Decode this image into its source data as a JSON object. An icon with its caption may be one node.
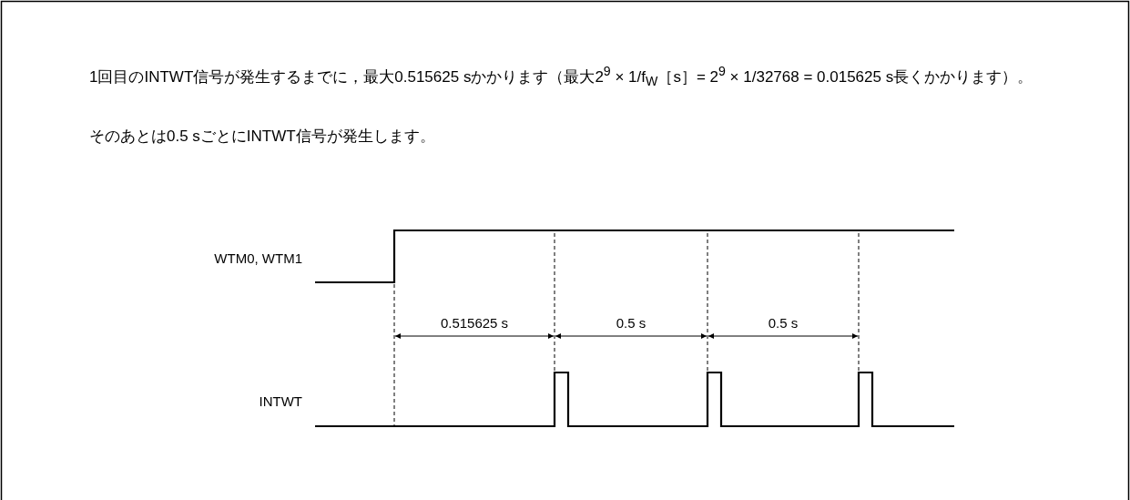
{
  "diagram": {
    "labels": [
      "1回目のINTWT信号が発生するまでに，最大0.515625 sかかります（最大2$^{9}$ × 1/f$_{W}$［s］= 2$^{9}$ × 1/32768 = 0.015625 s長くかかります）。",
      "そのあとは0.5 sごとにINTWT信号が発生します。",
      "WTM0, WTM1",
      "0.515625 s",
      "0.5 s",
      "0.5 s",
      "INTWT"
    ]
  }
}
